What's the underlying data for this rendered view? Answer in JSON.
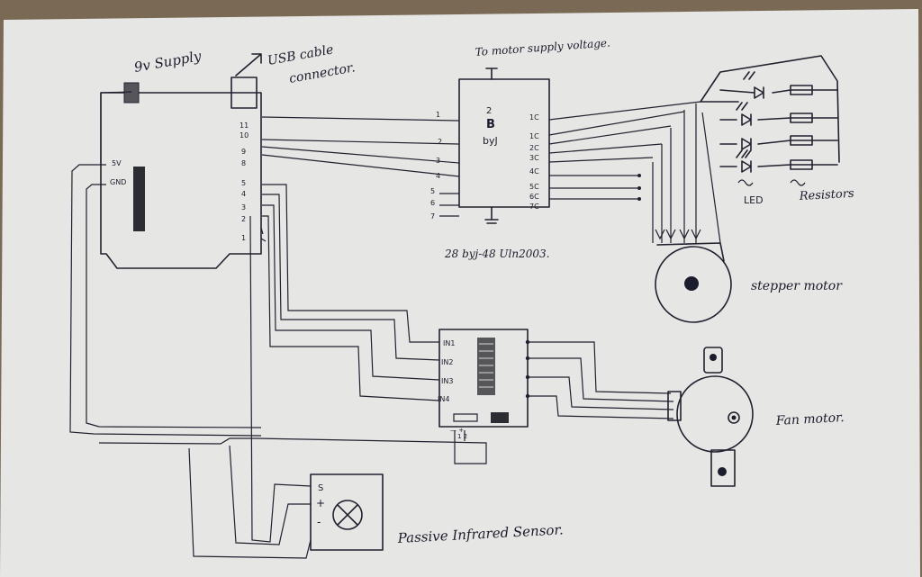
{
  "labels": {
    "supply": "9v Supply",
    "usb": "USB cable\nconnector.",
    "motor_supply": "To motor supply voltage.",
    "driver_name": "28 byj-48 Uln2003.",
    "driver_top": "2\nB\nbyJ",
    "led": "LED",
    "resistors": "Resistors",
    "stepper": "stepper motor",
    "fan": "Fan motor.",
    "pir": "Passive Infrared Sensor."
  },
  "arduino_pins": {
    "power": [
      "5V",
      "GND"
    ],
    "digital": [
      "11",
      "10",
      "9",
      "8",
      "5",
      "4",
      "3",
      "2",
      "1"
    ]
  },
  "uln2003": {
    "inputs": [
      "1",
      "2",
      "3",
      "4",
      "5",
      "6",
      "7"
    ],
    "outputs": [
      "1C",
      "1C",
      "2C",
      "3C",
      "4C",
      "5C",
      "6C",
      "7C"
    ]
  },
  "motor_driver": {
    "inputs": [
      "IN1",
      "IN2",
      "IN3",
      "IN4"
    ]
  },
  "pir_pins": [
    "S",
    "+",
    "-"
  ]
}
